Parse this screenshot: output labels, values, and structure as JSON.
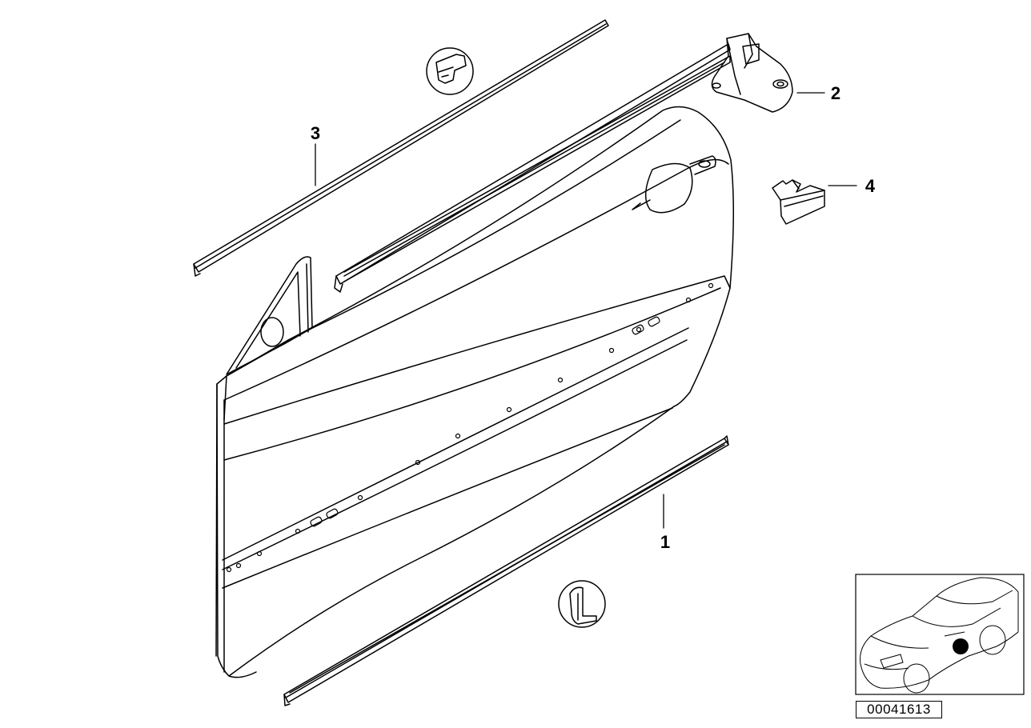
{
  "diagram": {
    "callouts": [
      "1",
      "2",
      "3",
      "4"
    ],
    "reference_number": "00041613",
    "colors": {
      "line": "#000000",
      "background": "#ffffff",
      "locator_dot": "#000000"
    }
  }
}
